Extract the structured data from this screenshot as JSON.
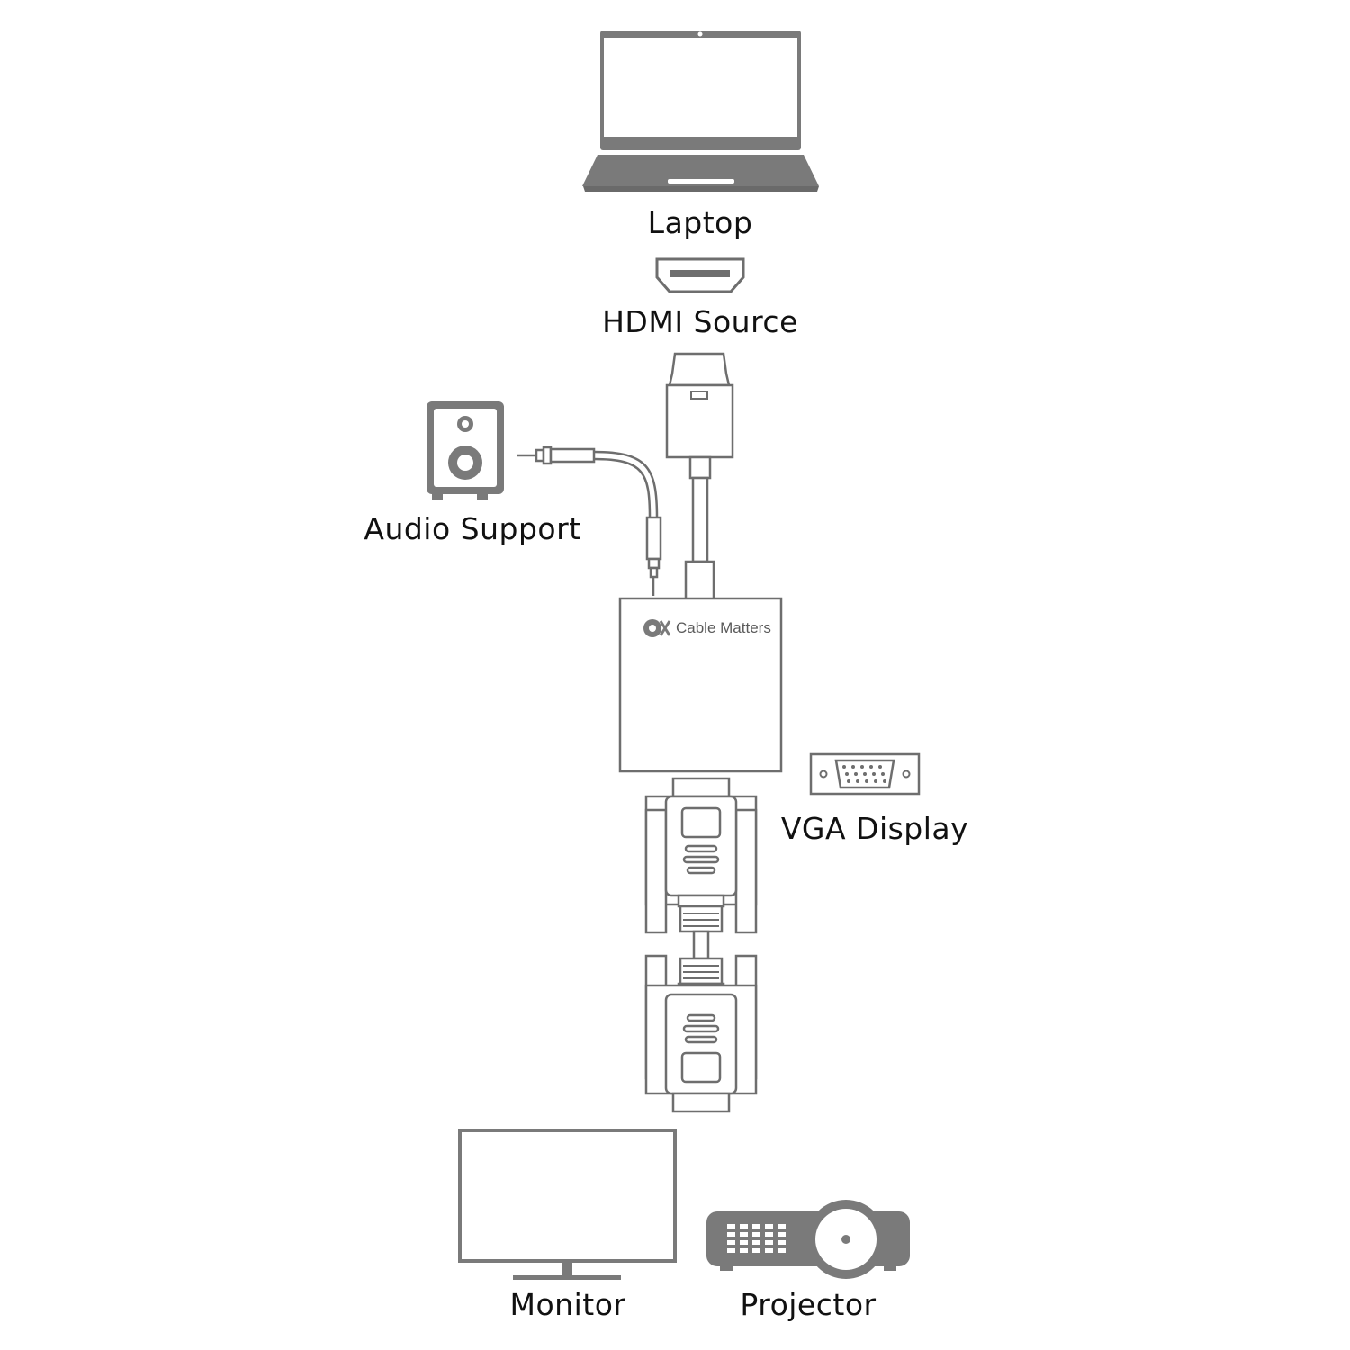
{
  "labels": {
    "laptop": "Laptop",
    "hdmi_source": "HDMI Source",
    "audio_support": "Audio Support",
    "vga_display": "VGA Display",
    "monitor": "Monitor",
    "projector": "Projector"
  },
  "adapter": {
    "brand": "Cable Matters"
  },
  "colors": {
    "icon_gray": "#7a7a7a",
    "line_gray": "#6e6e6e",
    "text": "#111111",
    "background": "#ffffff"
  },
  "icons": [
    "laptop-icon",
    "hdmi-port-icon",
    "speaker-icon",
    "audio-jack-icon",
    "hdmi-plug-icon",
    "adapter-box",
    "vga-port-icon",
    "vga-connector-icon",
    "monitor-icon",
    "projector-icon"
  ]
}
